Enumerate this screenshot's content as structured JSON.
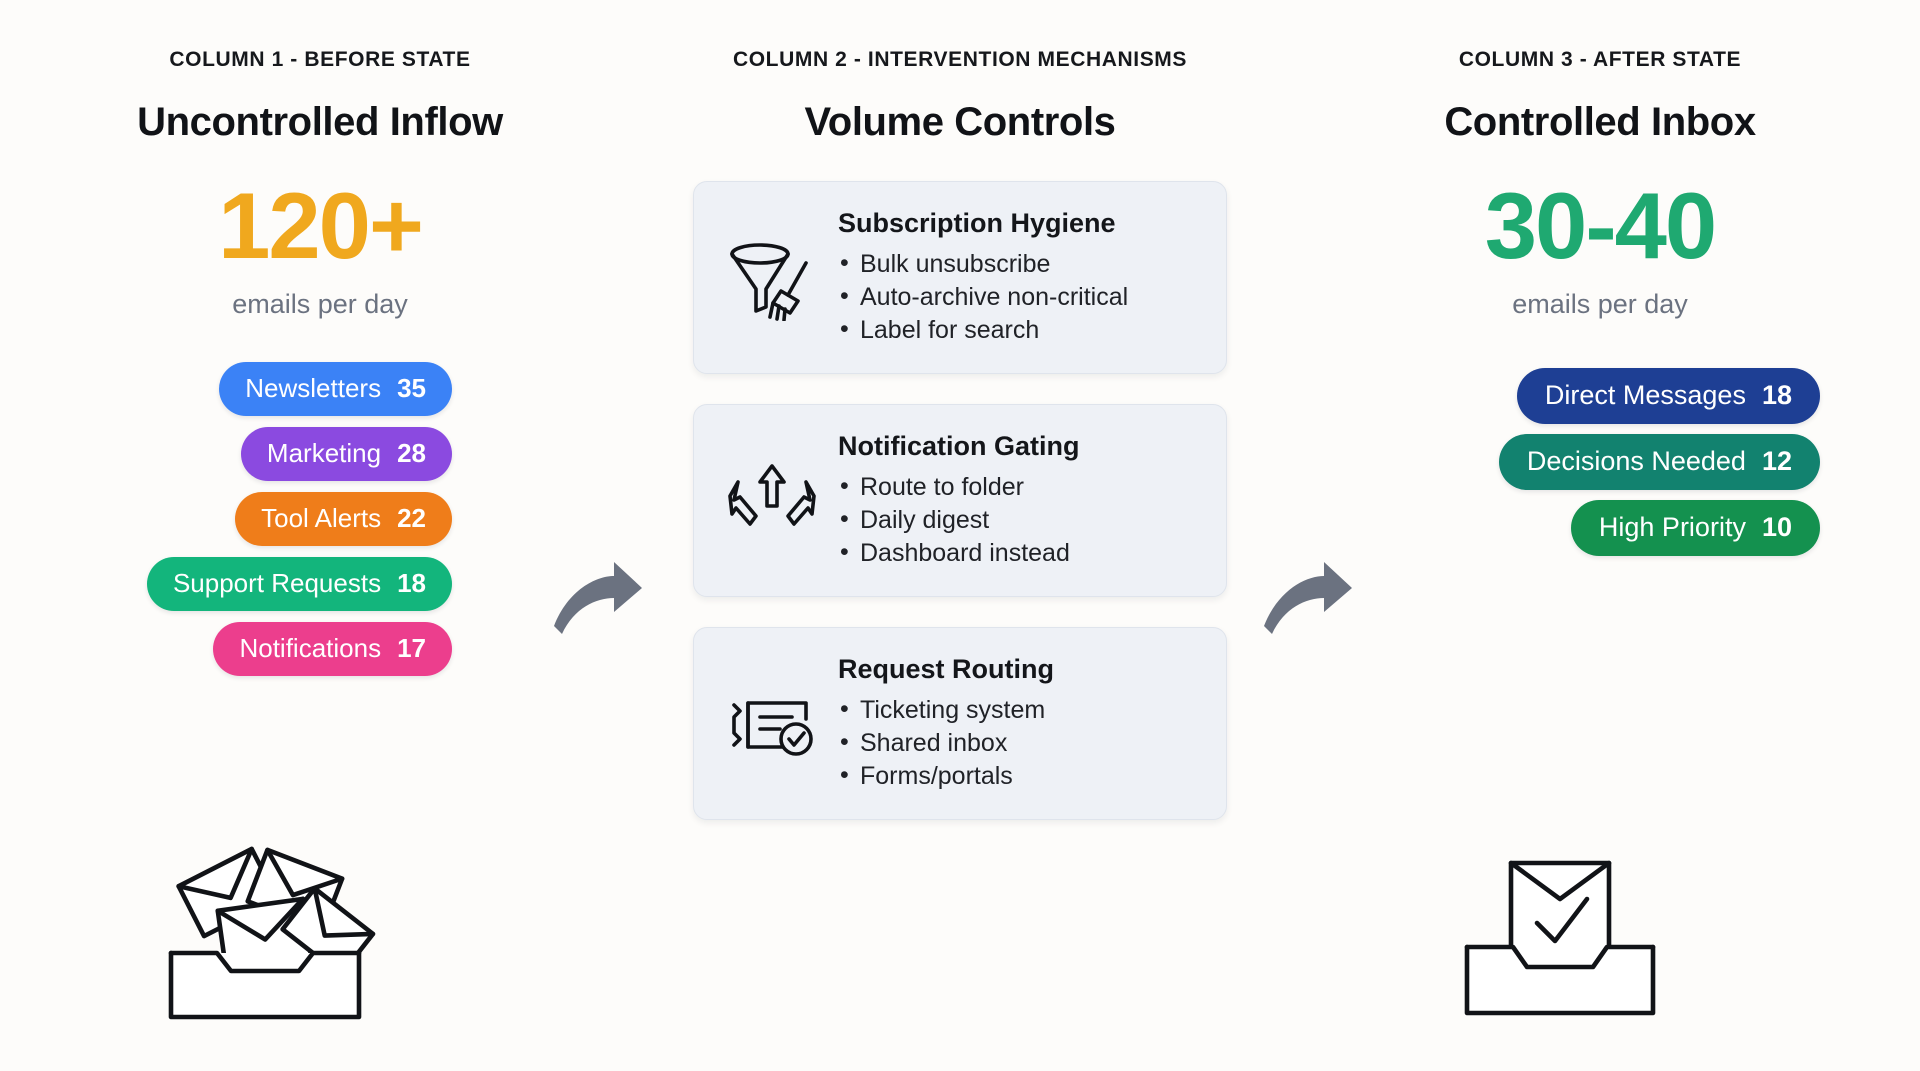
{
  "columns": [
    {
      "kicker": "COLUMN 1 - BEFORE STATE",
      "title": "Uncontrolled Inflow",
      "stat": "120+",
      "stat_color": "#f0a81e",
      "stat_caption": "emails per day",
      "pills": [
        {
          "label": "Newsletters",
          "value": "35",
          "color": "#3b82f6"
        },
        {
          "label": "Marketing",
          "value": "28",
          "color": "#8b4ae0"
        },
        {
          "label": "Tool Alerts",
          "value": "22",
          "color": "#ef7d1a"
        },
        {
          "label": "Support Requests",
          "value": "18",
          "color": "#13b57c"
        },
        {
          "label": "Notifications",
          "value": "17",
          "color": "#ec3e8d"
        }
      ],
      "illustration": "messy-envelopes-icon"
    },
    {
      "kicker": "COLUMN 2 - INTERVENTION MECHANISMS",
      "title": "Volume Controls",
      "cards": [
        {
          "icon": "funnel-broom-icon",
          "title": "Subscription Hygiene",
          "items": [
            "Bulk unsubscribe",
            "Auto-archive non-critical",
            "Label for search"
          ]
        },
        {
          "icon": "route-arrows-icon",
          "title": "Notification Gating",
          "items": [
            "Route to folder",
            "Daily digest",
            "Dashboard instead"
          ]
        },
        {
          "icon": "ticket-check-icon",
          "title": "Request Routing",
          "items": [
            "Ticketing system",
            "Shared inbox",
            "Forms/portals"
          ]
        }
      ]
    },
    {
      "kicker": "COLUMN 3 - AFTER STATE",
      "title": "Controlled Inbox",
      "stat": "30-40",
      "stat_color": "#1fa971",
      "stat_caption": "emails per day",
      "pills": [
        {
          "label": "Direct Messages",
          "value": "18",
          "color": "#1e3f94"
        },
        {
          "label": "Decisions Needed",
          "value": "12",
          "color": "#12826f"
        },
        {
          "label": "High Priority",
          "value": "10",
          "color": "#14914f"
        }
      ],
      "illustration": "inbox-tray-check-icon"
    }
  ],
  "connectors": [
    {
      "name": "arrow-col1-to-col2",
      "color": "#6b7280"
    },
    {
      "name": "arrow-col2-to-col3",
      "color": "#6b7280"
    }
  ],
  "theme": {
    "background": "#fdfcfa",
    "card_bg": "#eef1f6",
    "card_border": "#dfe4ec"
  }
}
